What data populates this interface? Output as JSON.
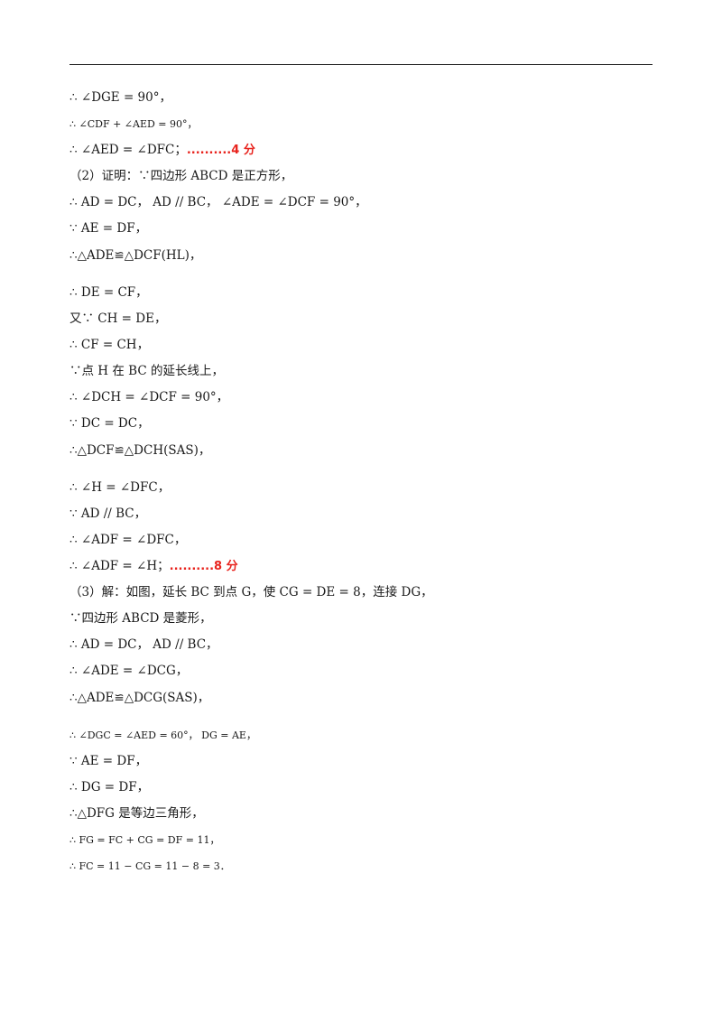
{
  "lines": [
    {
      "text": "∴ ∠DGE = 90°，",
      "size": "s"
    },
    {
      "text": "∴ ∠CDF + ∠AED = 90°，",
      "size": "s",
      "small": true
    },
    {
      "text": "∴ ∠AED = ∠DFC；",
      "size": "s",
      "hl": "..........4 分"
    },
    {
      "text": "（2）证明：∵四边形 ABCD 是正方形，",
      "size": "s"
    },
    {
      "text": "∴ AD = DC，  AD // BC，  ∠ADE = ∠DCF = 90°，",
      "size": "s"
    },
    {
      "text": "∵ AE = DF，",
      "size": "s"
    },
    {
      "text": "∴△ADE≌△DCF(HL)，",
      "size": "m"
    },
    {
      "text": "∴ DE = CF，",
      "size": "s"
    },
    {
      "text": "又∵ CH = DE，",
      "size": "s"
    },
    {
      "text": "∴ CF = CH，",
      "size": "s"
    },
    {
      "text": "∵点 H 在 BC 的延长线上，",
      "size": "s"
    },
    {
      "text": "∴ ∠DCH = ∠DCF = 90°，",
      "size": "s"
    },
    {
      "text": "∵ DC = DC，",
      "size": "s"
    },
    {
      "text": "∴△DCF≌△DCH(SAS)，",
      "size": "m"
    },
    {
      "text": "∴ ∠H = ∠DFC，",
      "size": "s"
    },
    {
      "text": "∵ AD // BC，",
      "size": "s"
    },
    {
      "text": "∴ ∠ADF = ∠DFC，",
      "size": "s"
    },
    {
      "text": "∴ ∠ADF = ∠H；",
      "size": "s",
      "hl": "..........8 分"
    },
    {
      "text": "（3）解：如图，延长 BC 到点 G，使 CG = DE = 8，连接 DG，",
      "size": "s"
    },
    {
      "text": "∵四边形 ABCD 是菱形，",
      "size": "s"
    },
    {
      "text": "∴ AD = DC，  AD // BC，",
      "size": "s"
    },
    {
      "text": "∴ ∠ADE = ∠DCG，",
      "size": "s"
    },
    {
      "text": "∴△ADE≌△DCG(SAS)，",
      "size": "m"
    },
    {
      "text": "∴ ∠DGC = ∠AED = 60°，  DG = AE，",
      "size": "s",
      "small": true
    },
    {
      "text": "∵ AE = DF，",
      "size": "s"
    },
    {
      "text": "∴ DG = DF，",
      "size": "s"
    },
    {
      "text": "∴△DFG 是等边三角形，",
      "size": "s"
    },
    {
      "text": "∴ FG = FC + CG = DF = 11，",
      "size": "s",
      "small": true
    },
    {
      "text": "∴ FC = 11 − CG = 11 − 8 = 3．",
      "size": "s",
      "small": true
    }
  ]
}
